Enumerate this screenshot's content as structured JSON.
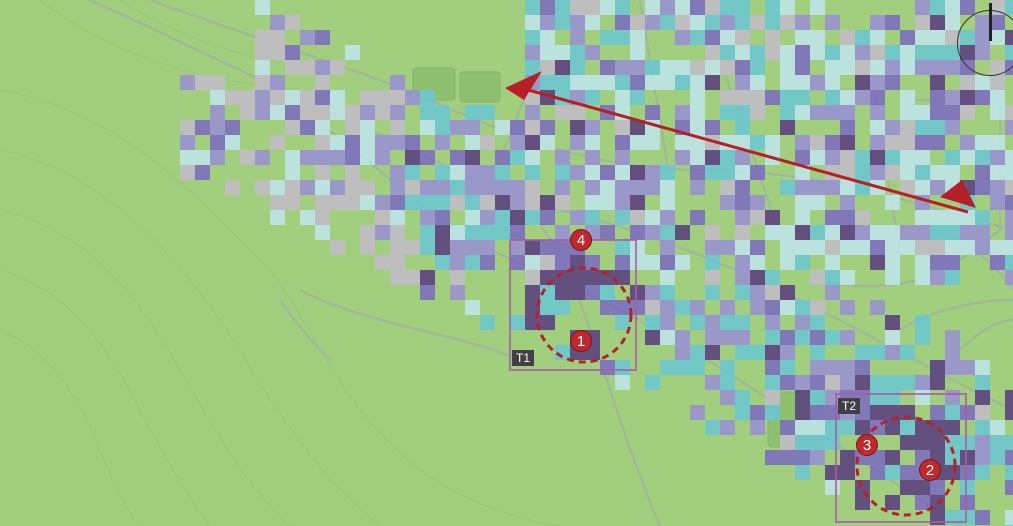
{
  "map": {
    "colors": {
      "background": "#a2cf7e",
      "roads": "#9fb79a",
      "built_area": "#c3bcc7",
      "light_blue": "#bfe5ea",
      "cyan": "#6ac7d1",
      "light_purple": "#9891d4",
      "purple": "#7b6cbf",
      "dark_purple": "#5b3f7e",
      "frame": "#a85ca7",
      "marker": "#c0282d",
      "arrow": "#b51f27"
    },
    "tiles": [
      {
        "label": "T1"
      },
      {
        "label": "T2"
      }
    ],
    "markers": [
      {
        "label": "1"
      },
      {
        "label": "2"
      },
      {
        "label": "3"
      },
      {
        "label": "4"
      }
    ],
    "compass": {
      "icon": "north-arrow-icon"
    }
  }
}
